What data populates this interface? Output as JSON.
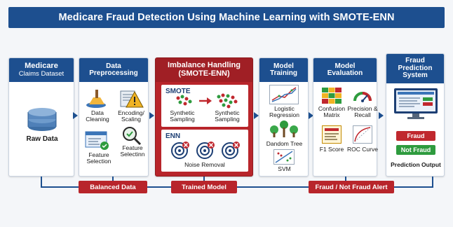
{
  "title": "Medicare Fraud Detection Using Machine Learning with SMOTE-ENN",
  "stages": {
    "dataset": {
      "title": "Medicare",
      "subtitle": "Claims Dataset",
      "item": "Raw Data"
    },
    "preprocessing": {
      "title_line1": "Data",
      "title_line2": "Preprocessing",
      "items": [
        "Data Cleaning",
        "Encoding/ Scaling",
        "Feature Selection",
        "Feature Selectinn"
      ]
    },
    "imbalance": {
      "title_line1": "Imbalance Handling",
      "title_line2": "(SMOTE-ENN)",
      "smote": {
        "title": "SMOTE",
        "left": "Synthetic Sampling",
        "right": "Synthetic Sampling"
      },
      "enn": {
        "title": "ENN",
        "caption": "Noise Removal"
      }
    },
    "training": {
      "title_line1": "Model",
      "title_line2": "Training",
      "items": [
        "Logistic Regression",
        "Dandom Tree",
        "SVM"
      ]
    },
    "evaluation": {
      "title_line1": "Model",
      "title_line2": "Evaluation",
      "items": [
        "Confusion Matrix",
        "Precision & Recall",
        "F1 Score",
        "ROC Curve"
      ]
    },
    "prediction": {
      "title_line1": "Fraud",
      "title_line2": "Prediction",
      "title_line3": "System",
      "fraud": "Fraud",
      "not_fraud": "Not Fraud",
      "caption": "Prediction Output"
    }
  },
  "flow": {
    "balanced": "Balanced Data",
    "trained": "Trained Model",
    "alert": "Fraud / Not Fraud Alert"
  },
  "colors": {
    "navy": "#1d4f8f",
    "red": "#b8252b",
    "green": "#2e9b3e"
  }
}
